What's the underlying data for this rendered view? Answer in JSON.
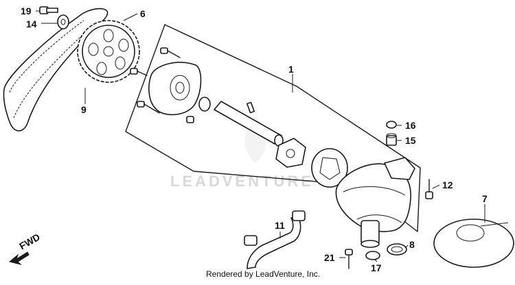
{
  "diagram": {
    "watermark": "LEADVENTURE",
    "footer": "Rendered by LeadVenture, Inc.",
    "direction_label": "FWD",
    "callouts": {
      "c1": "1",
      "c6": "6",
      "c7": "7",
      "c8": "8",
      "c9": "9",
      "c11": "11",
      "c12": "12",
      "c14": "14",
      "c15": "15",
      "c16": "16",
      "c17": "17",
      "c19": "19",
      "c21": "21"
    }
  }
}
